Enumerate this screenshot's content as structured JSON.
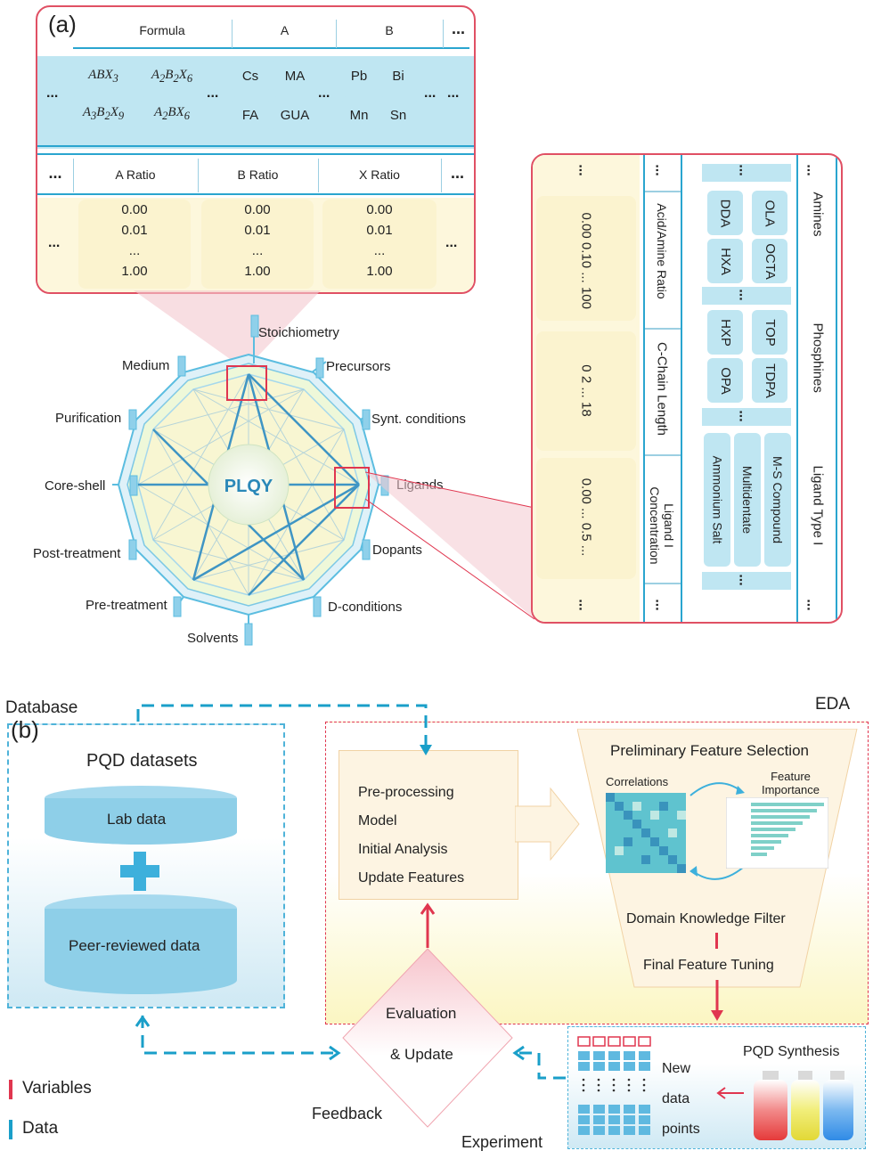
{
  "panel_a": {
    "tag": "(a)",
    "headers_top": [
      "Formula",
      "A",
      "B",
      "..."
    ],
    "formula_cells": [
      "ABX3",
      "A2B2X6",
      "A3B2X9",
      "A2BX6"
    ],
    "a_cells": [
      "Cs",
      "MA",
      "FA",
      "GUA"
    ],
    "b_cells": [
      "Pb",
      "Bi",
      "Mn",
      "Sn"
    ],
    "ellipsis": "...",
    "headers_bottom": [
      "...",
      "A Ratio",
      "B Ratio",
      "X Ratio",
      "..."
    ],
    "ratio_values": [
      "0.00",
      "0.01",
      "...",
      "1.00"
    ]
  },
  "wheel": {
    "center": "PLQY",
    "nodes": [
      "Stoichiometry",
      "Precursors",
      "Synt. conditions",
      "Ligands",
      "Dopants",
      "D-conditions",
      "Solvents",
      "Pre-treatment",
      "Post-treatment",
      "Core-shell",
      "Purification",
      "Medium"
    ]
  },
  "panel_c": {
    "ligand_headers": [
      "Amines",
      "Phosphines",
      "Ligand Type I"
    ],
    "amines": [
      "DDA",
      "OLA",
      "HXA",
      "OCTA"
    ],
    "phosphines": [
      "HXP",
      "TOP",
      "OPA",
      "TDPA"
    ],
    "ligand_type": [
      "Ammonium Salt",
      "Multidentate",
      "M-S Compound"
    ],
    "numeric_headers": [
      "Acid/Amine Ratio",
      "C-Chain Length",
      "Ligand I Concentration"
    ],
    "acid_values": [
      "0.00",
      "0.10",
      "...",
      "100"
    ],
    "chain_values": [
      "0",
      "2",
      "...",
      "18"
    ],
    "conc_values": [
      "0.00",
      "...",
      "0.5",
      "..."
    ],
    "ellipsis": "..."
  },
  "panel_b": {
    "tag": "(b)",
    "database_label": "Database",
    "eda_label": "EDA",
    "pqd_datasets": "PQD datasets",
    "lab_data": "Lab data",
    "peer_data": "Peer-reviewed data",
    "process_items": [
      "Pre-processing",
      "Model",
      "Initial Analysis",
      "Update Features"
    ],
    "pfs_title": "Preliminary Feature Selection",
    "correlations": "Correlations",
    "feature_importance": "Feature Importance",
    "domain_filter": "Domain Knowledge Filter",
    "final_tuning": "Final Feature Tuning",
    "evaluation": "Evaluation",
    "update": "& Update",
    "feedback": "Feedback",
    "experiment": "Experiment",
    "new_points": [
      "New",
      "data",
      "points"
    ],
    "pqd_synthesis": "PQD Synthesis",
    "legend": [
      {
        "label": "Variables",
        "color": "#e0364f"
      },
      {
        "label": "Data",
        "color": "#1a9fc9"
      }
    ]
  },
  "colors": {
    "blue": "#1a9fc9",
    "red": "#e0364f",
    "lightblue": "#bfe6f2",
    "yellow": "#fbf3cf"
  }
}
